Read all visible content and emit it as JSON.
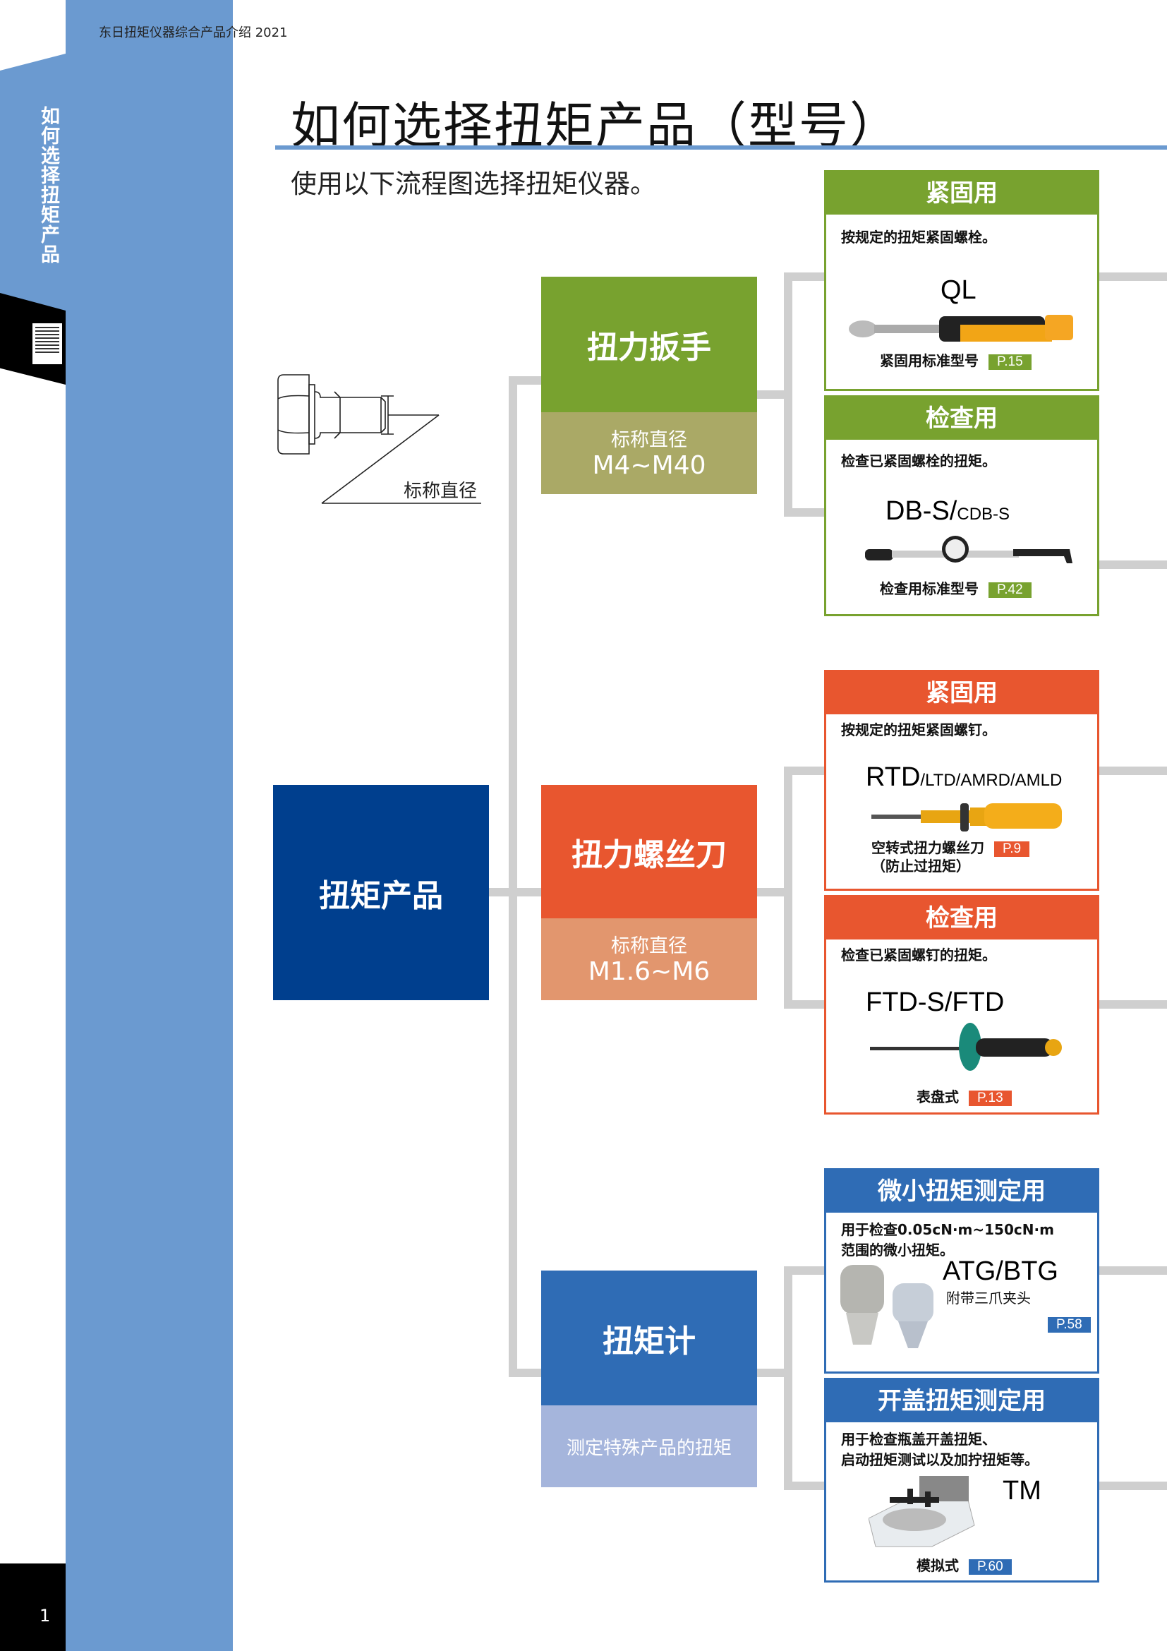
{
  "header_text": "东日扭矩仪器综合产品介绍 2021",
  "side_label": "如何选择扭矩产品",
  "page_number": "1",
  "title": "如何选择扭矩产品（型号）",
  "subtitle": "使用以下流程图选择扭矩仪器。",
  "bolt_label": "标称直径",
  "root_label": "扭矩产品",
  "categories": [
    {
      "label": "扭力扳手",
      "sub_label": "标称直径",
      "sub_value": "M4~M40"
    },
    {
      "label": "扭力螺丝刀",
      "sub_label": "标称直径",
      "sub_value": "M1.6~M6"
    },
    {
      "label": "扭矩计",
      "sub_label": "测定特殊产品的扭矩"
    }
  ],
  "cards": [
    {
      "title": "紧固用",
      "desc1": "按规定的扭矩紧固螺栓。",
      "model": "QL",
      "caption": "紧固用标准型号",
      "page": "P.15"
    },
    {
      "title": "检查用",
      "desc1": "检查已紧固螺栓的扭矩。",
      "model": "DB-S/",
      "model_suffix": "CDB-S",
      "caption": "检查用标准型号",
      "page": "P.42"
    },
    {
      "title": "紧固用",
      "desc1": "按规定的扭矩紧固螺钉。",
      "model": "RTD",
      "model_suffix": "/LTD/AMRD/AMLD",
      "caption": "空转式扭力螺丝刀",
      "caption2": "（防止过扭矩）",
      "page": "P.9"
    },
    {
      "title": "检查用",
      "desc1": "检查已紧固螺钉的扭矩。",
      "model": "FTD-S/FTD",
      "caption": "表盘式",
      "page": "P.13"
    },
    {
      "title": "微小扭矩测定用",
      "desc1": "用于检查0.05cN·m~150cN·m",
      "desc2": "范围的微小扭矩。",
      "model": "ATG/BTG",
      "caption": "附带三爪夹头",
      "page": "P.58"
    },
    {
      "title": "开盖扭矩测定用",
      "desc1": "用于检查瓶盖开盖扭矩、",
      "desc2": "启动扭矩测试以及加拧扭矩等。",
      "model": "TM",
      "caption": "模拟式",
      "page": "P.60"
    }
  ],
  "colors": {
    "sidebar": "#6b9ad0",
    "green": "#78a22f",
    "olive": "#aaa966",
    "orange": "#e8562f",
    "salmon": "#e2966e",
    "blue": "#2f6cb5",
    "light_blue": "#a5b5dc",
    "navy": "#003f8e",
    "connector": "#cfcfcf"
  }
}
